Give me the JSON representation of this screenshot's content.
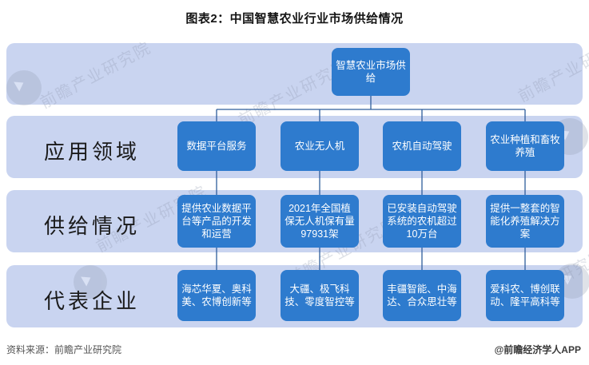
{
  "title": "图表2：中国智慧农业行业市场供给情况",
  "root_label": "智慧农业市场供给",
  "rows": [
    {
      "label": "应用领域"
    },
    {
      "label": "供给情况"
    },
    {
      "label": "代表企业"
    }
  ],
  "columns": [
    {
      "application": "数据平台服务",
      "supply": "提供农业数据平台等产品的开发和运营",
      "companies": "海芯华夏、奥科美、农博创新等"
    },
    {
      "application": "农业无人机",
      "supply": "2021年全国植保无人机保有量97931架",
      "companies": "大疆、极飞科技、零度智控等"
    },
    {
      "application": "农机自动驾驶",
      "supply": "已安装自动驾驶系统的农机超过10万台",
      "companies": "丰疆智能、中海达、合众思壮等"
    },
    {
      "application": "农业种植和畜牧养殖",
      "supply": "提供一整套的智能化养殖解决方案",
      "companies": "爱科农、博创联动、隆平高科等"
    }
  ],
  "footer": {
    "source": "资料来源：前瞻产业研究院",
    "credit": "@前瞻经济学人APP"
  },
  "watermark": "前瞻产业研究院",
  "colors": {
    "band": "#c9d4f0",
    "node": "#2e7bce",
    "line": "#2e5d9c",
    "node_text": "#ffffff"
  }
}
